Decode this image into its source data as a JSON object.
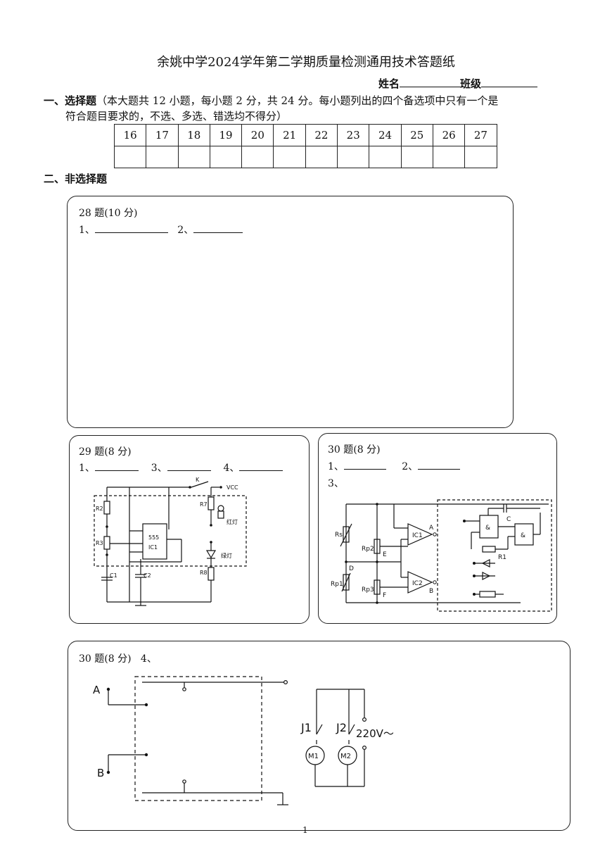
{
  "title": "余姚中学2024学年第二学期质量检测通用技术答题纸",
  "name_label": "姓名",
  "class_label": "班级",
  "section1": {
    "heading": "一、选择题",
    "desc_line1": "（本大题共 12 小题，每小题 2 分，共 24 分。每小题列出的四个备选项中只有一个是",
    "desc_line2": "符合题目要求的，不选、多选、错选均不得分）",
    "numbers": [
      "16",
      "17",
      "18",
      "19",
      "20",
      "21",
      "22",
      "23",
      "24",
      "25",
      "26",
      "27"
    ]
  },
  "section2": {
    "heading": "二、非选择题"
  },
  "q28": {
    "title": "28 题(10 分)",
    "a1": "1、",
    "a2": "2、"
  },
  "q29": {
    "title": "29 题(8 分)",
    "a1": "1、",
    "a3": "3、",
    "a4": "4、",
    "labels": {
      "k": "K",
      "vcc": "VCC",
      "r2": "R2",
      "r3": "R3",
      "r7": "R7",
      "r8": "R8",
      "c1": "C1",
      "c2": "C2",
      "chip1": "555",
      "chip2": "IC1",
      "red": "红灯",
      "green": "绿灯"
    }
  },
  "q30": {
    "title": "30 题(8 分)",
    "a1": "1、",
    "a2": "2、",
    "a3": "3、",
    "labels": {
      "rs": "Rs",
      "rp1": "Rp1",
      "rp2": "Rp2",
      "rp3": "Rp3",
      "e": "E",
      "f": "F",
      "d": "D",
      "ic1": "IC1",
      "ic2": "IC2",
      "a": "A",
      "b": "B",
      "c": "C",
      "r1": "R1",
      "and": "&"
    }
  },
  "q30_4": {
    "title": "30 题(8 分)",
    "sub": "4、",
    "labels": {
      "a": "A",
      "b": "B",
      "j1": "J1",
      "j2": "J2",
      "m1": "M1",
      "m2": "M2",
      "supply": "220V～"
    }
  },
  "page_number": "1"
}
